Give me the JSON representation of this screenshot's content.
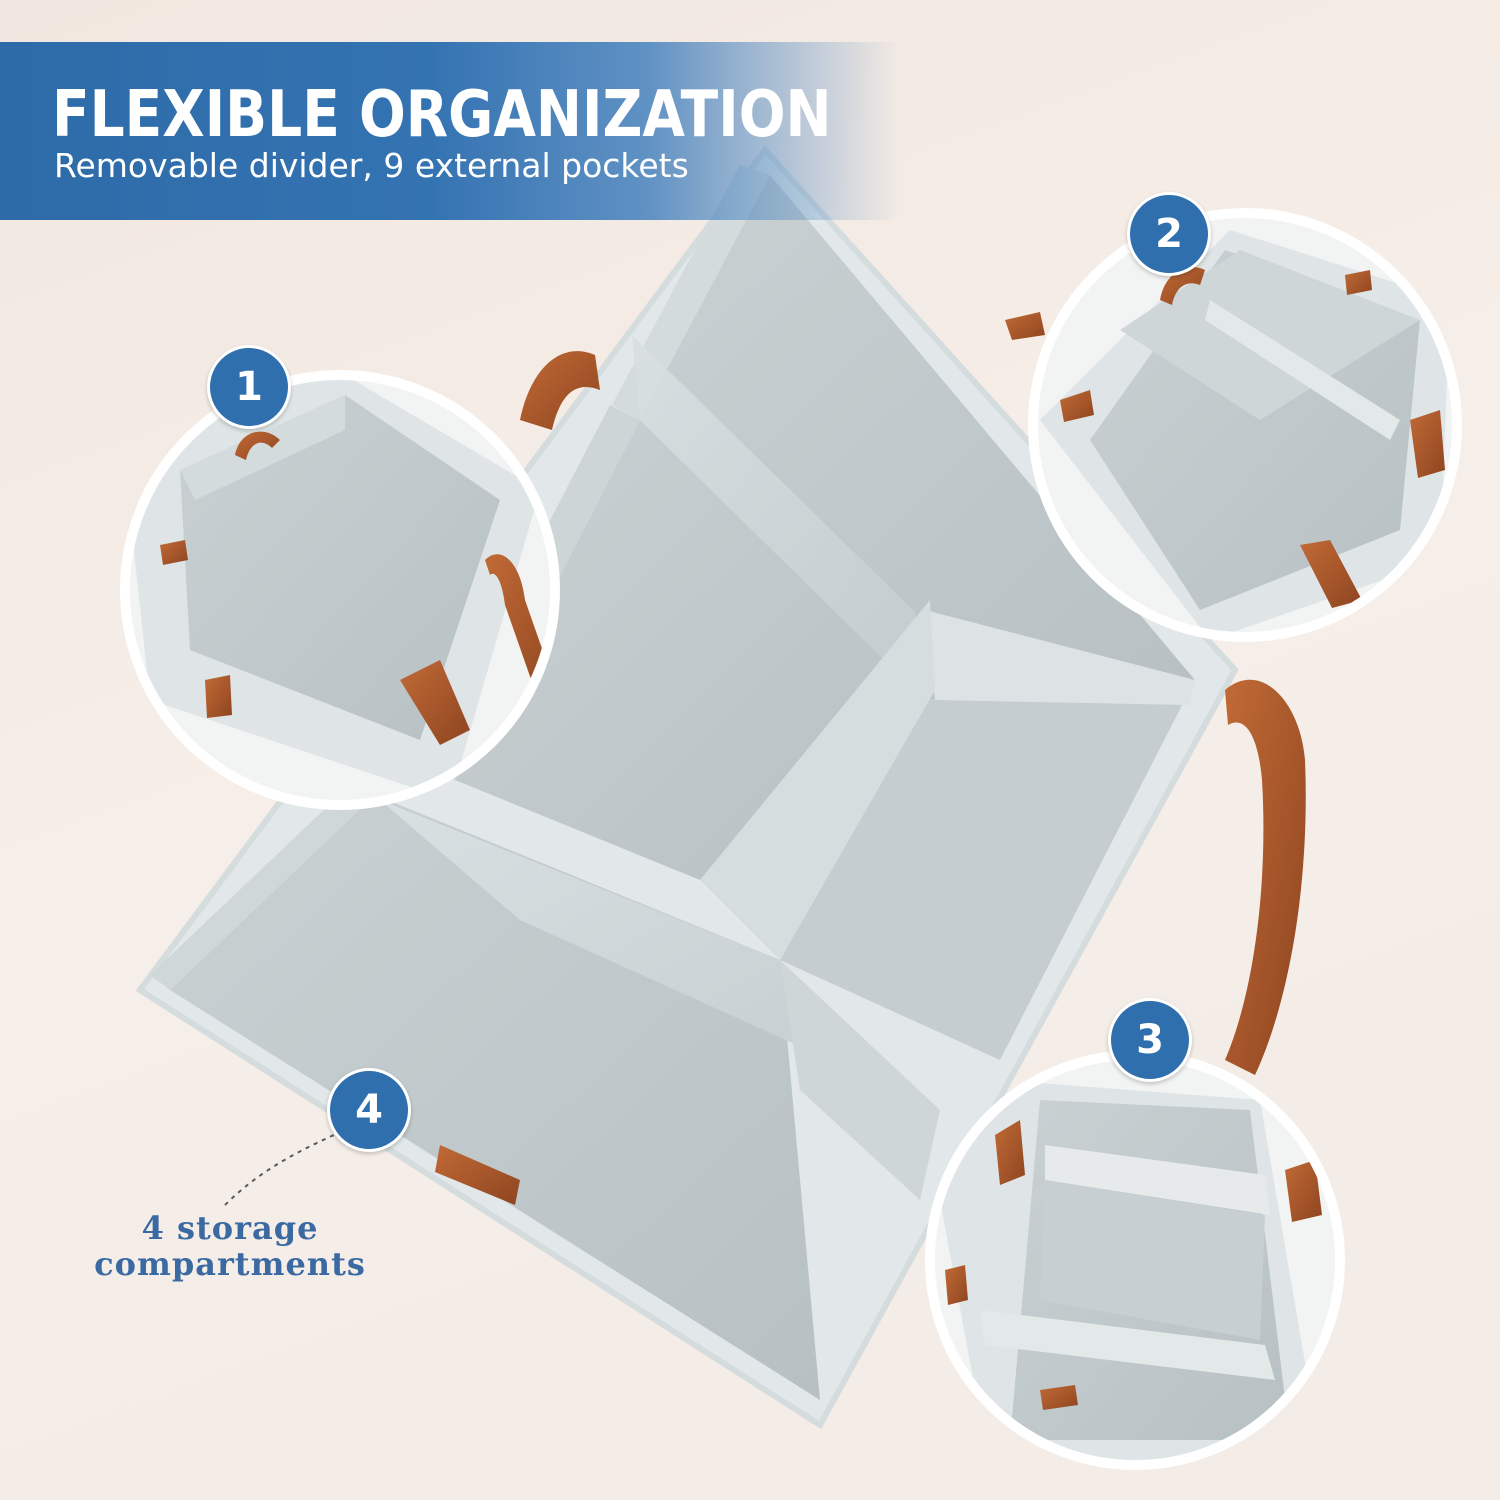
{
  "banner": {
    "title": "FLEXIBLE ORGANIZATION",
    "subtitle": "Removable divider, 9 external pockets"
  },
  "badges": [
    "1",
    "2",
    "3",
    "4"
  ],
  "caption": {
    "line1": "4 storage",
    "line2": "compartments"
  },
  "colors": {
    "banner_blue": "#2f6fae",
    "felt_gray": "#c9d2d4",
    "leather_brown": "#a9582c",
    "caption_blue": "#3b6aa2"
  }
}
